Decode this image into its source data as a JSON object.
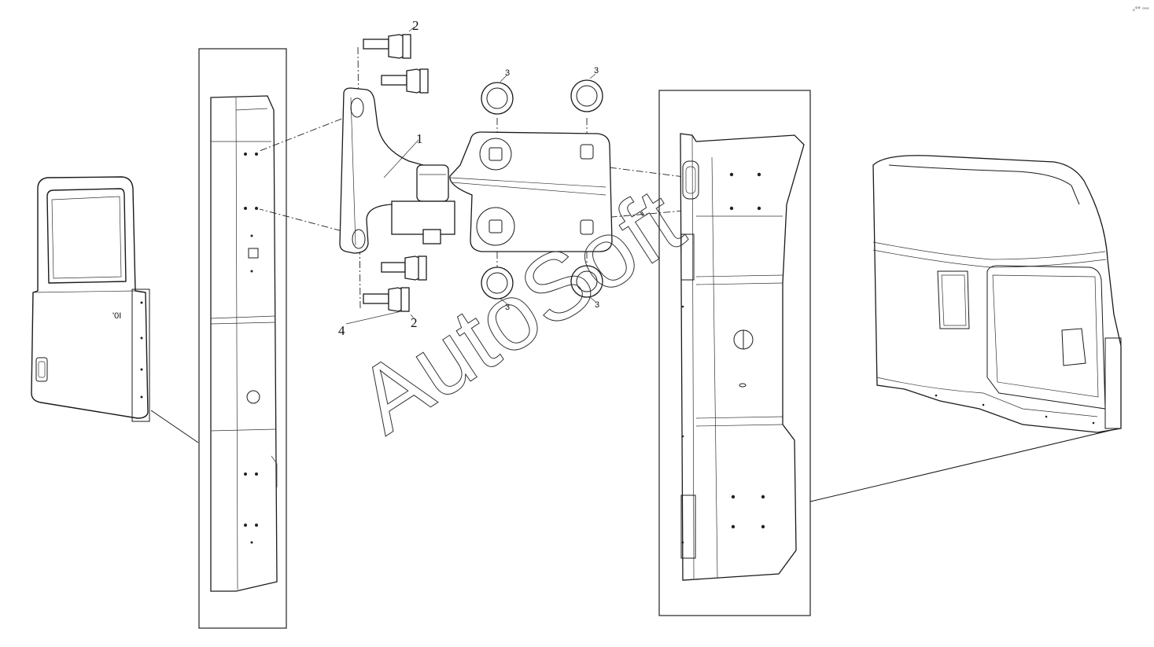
{
  "watermark": "AutoSoft",
  "callouts": {
    "c1": "1",
    "c2_top": "2",
    "c2_bottom": "2",
    "c3_a": "3",
    "c3_b": "3",
    "c3_c": "3",
    "c3_d": "3",
    "c4": "4"
  },
  "corner_mark": "ₒ°° ᵒᵒᵒ"
}
